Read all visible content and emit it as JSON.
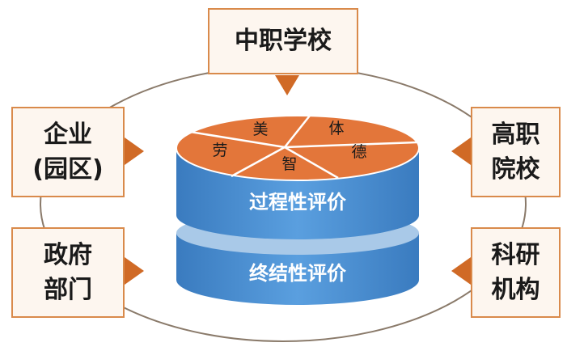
{
  "center": {
    "pie_labels": [
      "美",
      "体",
      "德",
      "智",
      "劳"
    ],
    "upper_layer_label": "过程性评价",
    "lower_layer_label": "终结性评价"
  },
  "top_box": {
    "line1": "中职学校"
  },
  "left_boxes": [
    {
      "line1": "企业",
      "line2": "(园区)"
    },
    {
      "line1": "政府",
      "line2": "部门"
    }
  ],
  "right_boxes": [
    {
      "line1": "高职",
      "line2": "院校"
    },
    {
      "line1": "科研",
      "line2": "机构"
    }
  ],
  "colors": {
    "box_border": "#d98a4b",
    "box_fill": "#fdf6ef",
    "arrow": "#d06a26",
    "pie_fill": "#e3763a",
    "cylinder_blue": "#4a8ed1",
    "cylinder_light": "#a9c9e8",
    "ellipse": "#8a7a6a"
  }
}
